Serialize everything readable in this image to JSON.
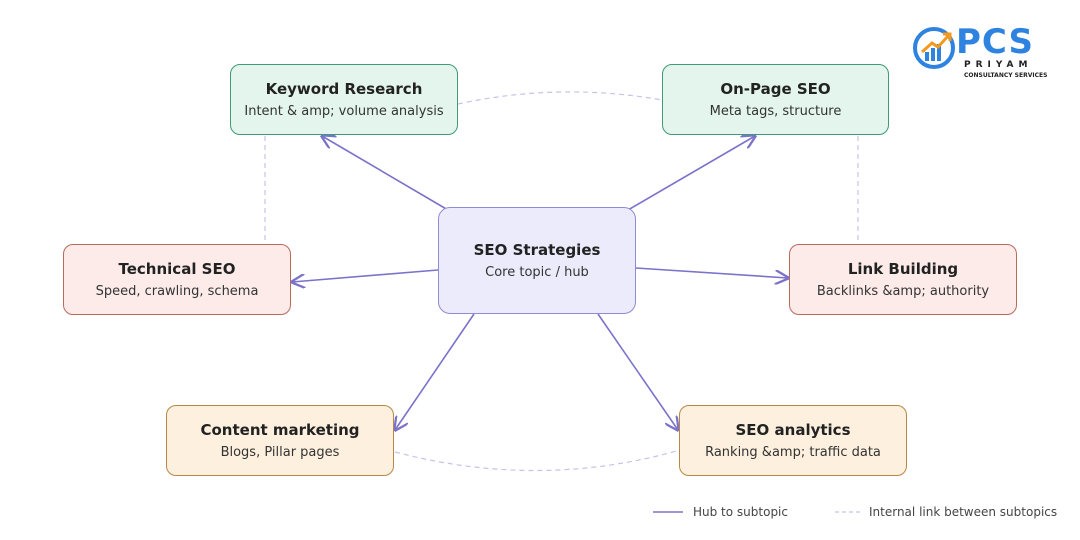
{
  "logo": {
    "word": "PCS",
    "line1": "PRIYAM",
    "line2": "CONSULTANCY SERVICES"
  },
  "hub": {
    "title": "SEO Strategies",
    "subtitle": "Core topic / hub"
  },
  "nodes": {
    "keyword": {
      "title": "Keyword Research",
      "subtitle": "Intent & amp; volume analysis"
    },
    "onpage": {
      "title": "On-Page SEO",
      "subtitle": "Meta tags, structure"
    },
    "technical": {
      "title": "Technical SEO",
      "subtitle": "Speed, crawling, schema"
    },
    "links": {
      "title": "Link Building",
      "subtitle": "Backlinks &amp; authority"
    },
    "content": {
      "title": "Content marketing",
      "subtitle": "Blogs, Pillar pages"
    },
    "analytics": {
      "title": "SEO analytics",
      "subtitle": "Ranking &amp; traffic data"
    }
  },
  "legend": {
    "solid": "Hub to subtopic",
    "dashed": "Internal link between subtopics"
  },
  "colors": {
    "edge": "#7b73c9",
    "dashed": "#c6c3e8",
    "logo_blue": "#2f83e0",
    "logo_orange": "#f39a1e"
  }
}
